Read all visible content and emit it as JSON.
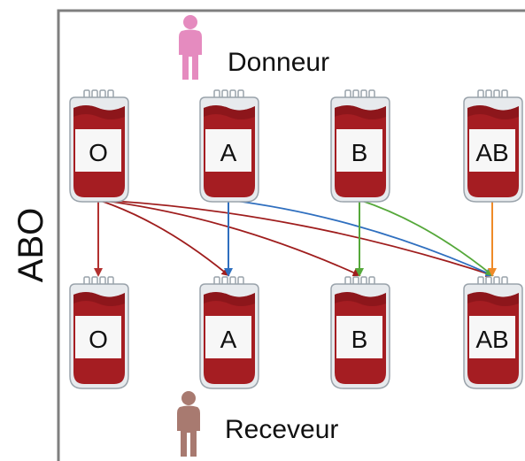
{
  "axis_label": "ABO",
  "donor": {
    "label": "Donneur",
    "icon": "person-icon",
    "color": "#e58bbf"
  },
  "recipient": {
    "label": "Receveur",
    "icon": "person-icon",
    "color": "#a87a70"
  },
  "donor_bags": [
    {
      "type": "O"
    },
    {
      "type": "A"
    },
    {
      "type": "B"
    },
    {
      "type": "AB"
    }
  ],
  "recipient_bags": [
    {
      "type": "O"
    },
    {
      "type": "A"
    },
    {
      "type": "B"
    },
    {
      "type": "AB"
    }
  ],
  "colors": {
    "blood": "#a51d22",
    "blood_dark": "#7a1015",
    "bag_outline": "#9aa3ab",
    "border": "#7f7f7f"
  },
  "compatibility": [
    {
      "from": "O",
      "to": "O",
      "color": "#b2302f"
    },
    {
      "from": "O",
      "to": "A",
      "color": "#9f1d1d"
    },
    {
      "from": "O",
      "to": "B",
      "color": "#9f1d1d"
    },
    {
      "from": "O",
      "to": "AB",
      "color": "#9f1d1d"
    },
    {
      "from": "A",
      "to": "A",
      "color": "#2f6fbf"
    },
    {
      "from": "A",
      "to": "AB",
      "color": "#2f6fbf"
    },
    {
      "from": "B",
      "to": "B",
      "color": "#55a83a"
    },
    {
      "from": "B",
      "to": "AB",
      "color": "#55a83a"
    },
    {
      "from": "AB",
      "to": "AB",
      "color": "#ee8a28"
    }
  ]
}
